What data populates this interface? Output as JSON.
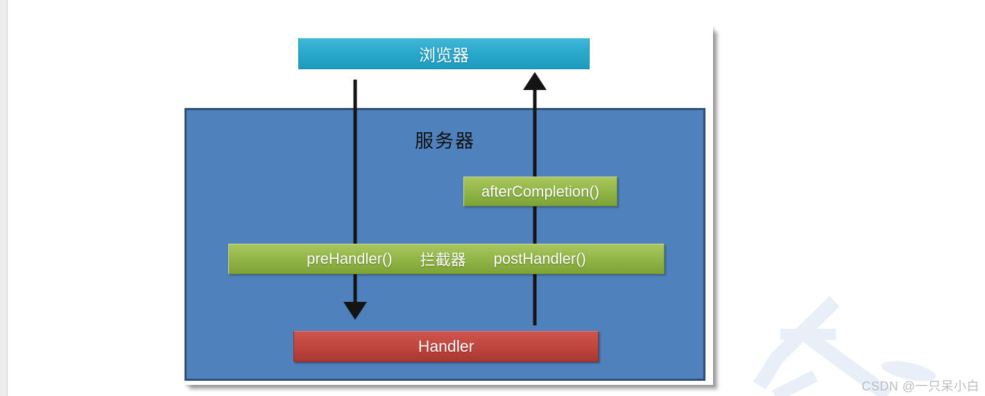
{
  "diagram": {
    "browser": {
      "label": "浏览器"
    },
    "server": {
      "label": "服务器"
    },
    "after_completion": {
      "label": "afterCompletion()"
    },
    "interceptor_bar": {
      "pre_label": "preHandler()",
      "center_label": "拦截器",
      "post_label": "postHandler()"
    },
    "handler": {
      "label": "Handler"
    }
  },
  "watermark": {
    "text": "CSDN @一只呆小白"
  },
  "colors": {
    "browser_bg": "#2aa9cc",
    "server_bg": "#4f81bd",
    "server_border": "#2e4e79",
    "green_bg": "#94b74a",
    "red_bg": "#c0473f",
    "arrow": "#141414",
    "watermark_text": "#b9bdc4",
    "watermark_glyph": "#e9eff9"
  }
}
